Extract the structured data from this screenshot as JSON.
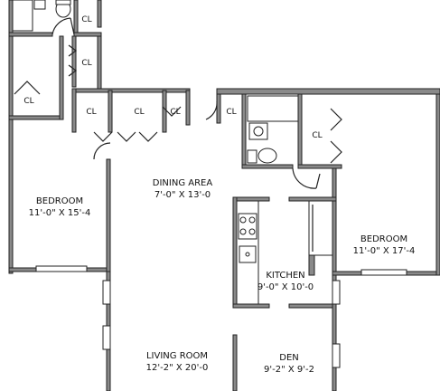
{
  "rooms": {
    "bedroom_left": {
      "name": "BEDROOM",
      "dims": "11'-0\" X 15'-4"
    },
    "dining": {
      "name": "DINING AREA",
      "dims": "7'-0\" X 13'-0"
    },
    "bedroom_right": {
      "name": "BEDROOM",
      "dims": "11'-0\" X 17'-4"
    },
    "kitchen": {
      "name": "KITCHEN",
      "dims": "9'-0\" X 10'-0"
    },
    "living": {
      "name": "LIVING ROOM",
      "dims": "12'-2\" X 20'-0"
    },
    "den": {
      "name": "DEN",
      "dims": "9'-2\" X 9'-2"
    }
  },
  "closet_label": "CL"
}
